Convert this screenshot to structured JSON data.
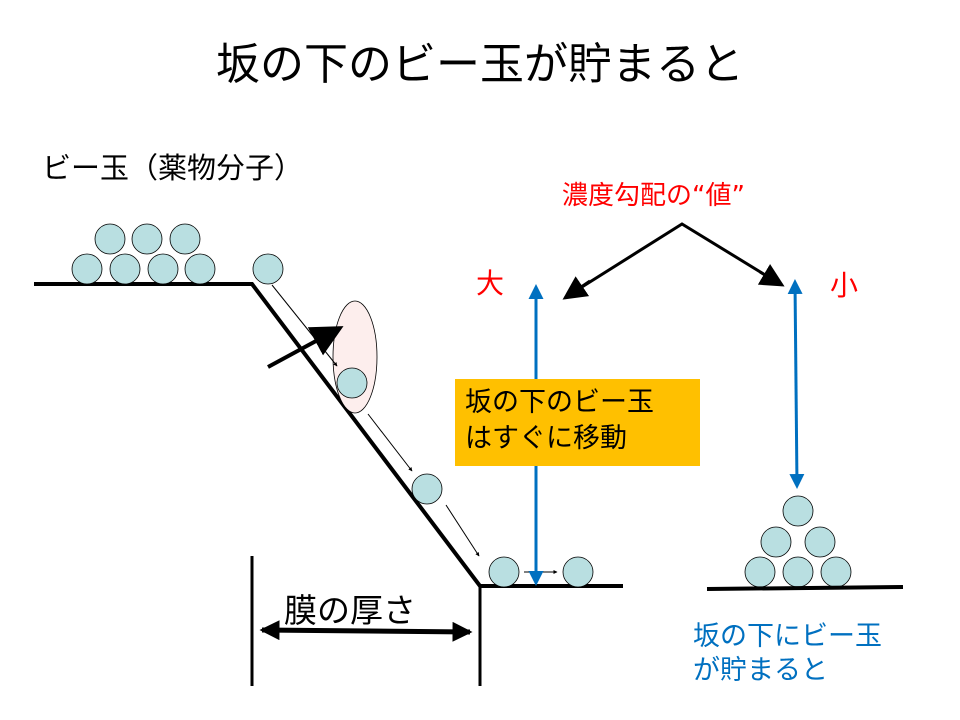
{
  "title": "坂の下のビー玉が貯まると",
  "marble_label": "ビー玉（薬物分子）",
  "gradient_label": "濃度勾配の“値”",
  "big_label": "大",
  "small_label": "小",
  "callout": {
    "line1": "坂の下のビー玉",
    "line2": "はすぐに移動"
  },
  "thickness_label": "膜の厚さ",
  "result": {
    "line1": "坂の下にビー玉",
    "line2": "が貯まると"
  },
  "colors": {
    "marble": "#b9dfe1",
    "red": "#ff0000",
    "blue": "#0070c0",
    "callout": "#ffc000",
    "highlight": "#fdeeed"
  }
}
